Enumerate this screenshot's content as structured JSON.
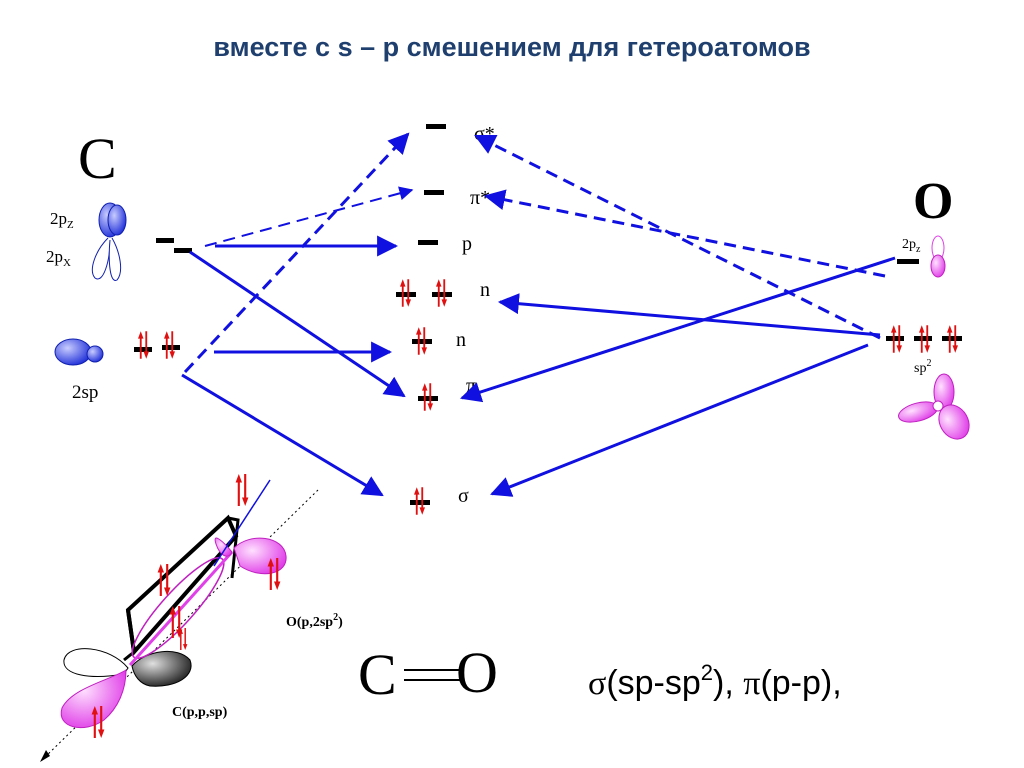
{
  "title": "вместе с  s – p  смешением для гетероатомов",
  "atoms": {
    "carbon": {
      "symbol": "C",
      "orbital_2pz": "2p",
      "orbital_2pz_sub": "Z",
      "orbital_2px": "2p",
      "orbital_2px_sub": "X",
      "orbital_2sp": "2sp"
    },
    "oxygen": {
      "symbol": "O",
      "orbital_2pz": "2p",
      "orbital_2pz_sub": "z",
      "orbital_sp2": "sp",
      "orbital_sp2_sup": "2"
    }
  },
  "mo_levels": {
    "sigma_star": "σ*",
    "pi_star": "π*",
    "p": "p",
    "n1": "n",
    "n2": "n",
    "pi": "π",
    "sigma": "σ"
  },
  "bottom": {
    "o_label": "O(p,2sp",
    "o_label_sup": "2",
    "o_label_end": ")",
    "c_label": "C(p,p,sp)",
    "co_c": "C",
    "co_o": "O",
    "formula_sigma": "σ",
    "formula_a": "(sp-sp",
    "formula_sup": "2",
    "formula_b": "), ",
    "formula_pi": "π",
    "formula_c": "(p-p),"
  },
  "colors": {
    "title": "#1f3f6e",
    "arrow_blue": "#1010e0",
    "electron_red": "#e01010",
    "lobe_blue": "#3040e0",
    "lobe_pink": "#f050f0"
  }
}
